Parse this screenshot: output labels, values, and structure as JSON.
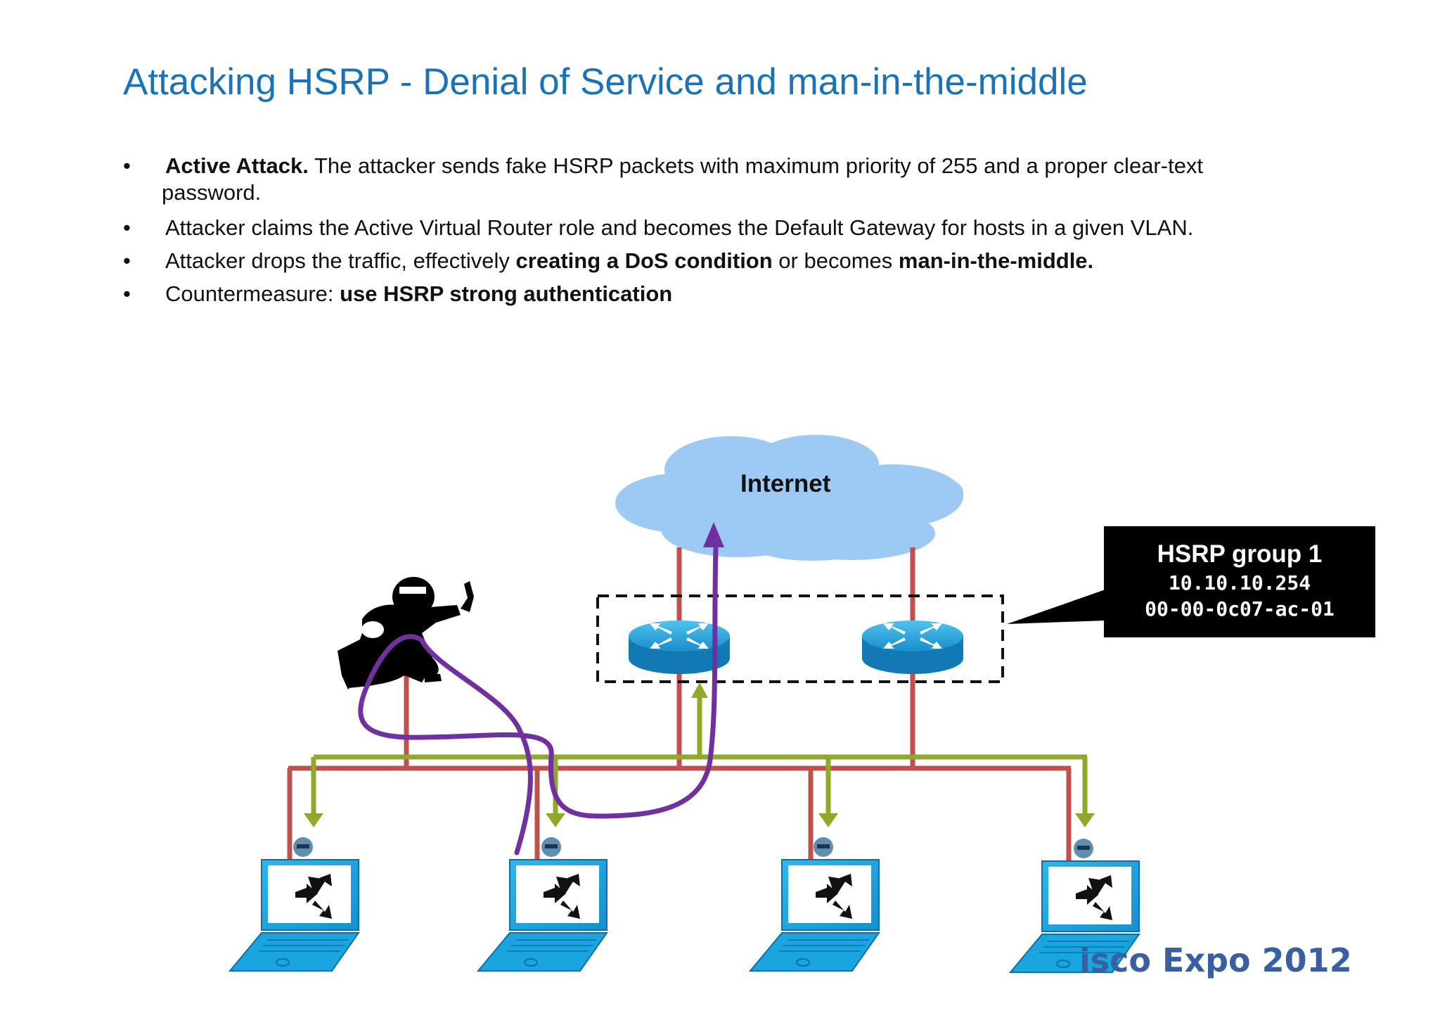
{
  "title": "Attacking HSRP - Denial of Service and man-in-the-middle",
  "bullets": [
    {
      "marker": "•",
      "bold_lead": "Active Attack.",
      "text": " The attacker sends fake HSRP packets with maximum priority of 255 and a proper clear-text",
      "cont": "password."
    },
    {
      "marker": "•",
      "text": "Attacker claims the Active Virtual Router role and becomes the Default Gateway for hosts in a given VLAN."
    },
    {
      "marker": "•",
      "text_a": "Attacker drops the traffic, effectively ",
      "bold_a": "creating a DoS condition",
      "text_b": " or becomes ",
      "bold_b": "man-in-the-middle."
    },
    {
      "marker": "•",
      "text_a": "Countermeasure: ",
      "bold_a": "use HSRP strong authentication"
    }
  ],
  "diagram": {
    "cloud_label": "Internet",
    "hsrp_group": {
      "title": "HSRP group 1",
      "ip": "10.10.10.254",
      "mac": "00-00-0c07-ac-01"
    },
    "watermark": "isco Expo 2012",
    "icons": {
      "routers": [
        "router-icon",
        "router-icon"
      ],
      "laptops": [
        "laptop-icon",
        "laptop-icon",
        "laptop-icon",
        "laptop-icon"
      ],
      "attacker": "attacker-icon"
    },
    "colors": {
      "red_link": "#c0504d",
      "green_link": "#8faa2a",
      "attack_path": "#7030a0",
      "cloud": "#9dc9f5",
      "router": "#1f8fc9",
      "laptop": "#19a6e0"
    }
  }
}
